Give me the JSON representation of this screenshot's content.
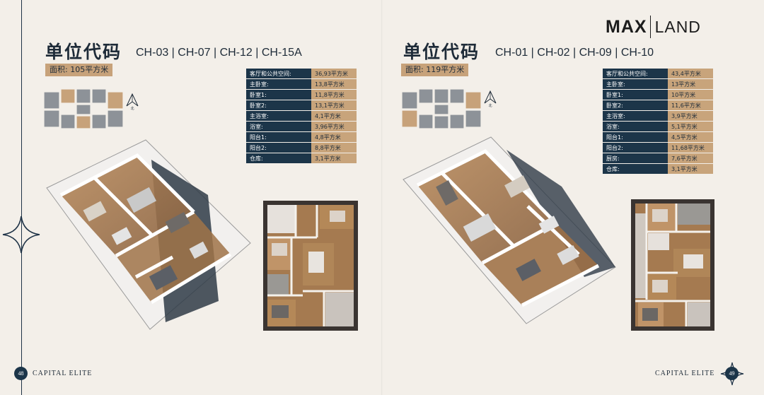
{
  "brand": {
    "logo_left": "MAX",
    "logo_right": "LAND"
  },
  "left": {
    "title": "单位代码",
    "codes": "CH-03 | CH-07 | CH-12 | CH-15A",
    "area": "面积: 105平方米",
    "specs": [
      {
        "k": "客厅和公共空间:",
        "v": "36,93平方米"
      },
      {
        "k": "主卧室:",
        "v": "13,8平方米"
      },
      {
        "k": "卧室1:",
        "v": "11,8平方米"
      },
      {
        "k": "卧室2:",
        "v": "13,1平方米"
      },
      {
        "k": "主浴室:",
        "v": "4,1平方米"
      },
      {
        "k": "浴室:",
        "v": "3,96平方米"
      },
      {
        "k": "阳台1:",
        "v": "4,8平方米"
      },
      {
        "k": "阳台2:",
        "v": "8,8平方米"
      },
      {
        "k": "仓库:",
        "v": "3,1平方米"
      }
    ],
    "compass_label": "北",
    "page_number": "48",
    "footer": "CAPITAL ELITE"
  },
  "right": {
    "title": "单位代码",
    "codes": "CH-01 | CH-02 | CH-09 | CH-10",
    "area": "面积: 119平方米",
    "specs": [
      {
        "k": "客厅和公共空间:",
        "v": "43,4平方米"
      },
      {
        "k": "主卧室:",
        "v": "13平方米"
      },
      {
        "k": "卧室1:",
        "v": "10平方米"
      },
      {
        "k": "卧室2:",
        "v": "11,6平方米"
      },
      {
        "k": "主浴室:",
        "v": "3,9平方米"
      },
      {
        "k": "浴室:",
        "v": "5,1平方米"
      },
      {
        "k": "阳台1:",
        "v": "4,5平方米"
      },
      {
        "k": "阳台2:",
        "v": "11,68平方米"
      },
      {
        "k": "厨房:",
        "v": "7,6平方米"
      },
      {
        "k": "仓库:",
        "v": "3,1平方米"
      }
    ],
    "compass_label": "北",
    "page_number": "49",
    "footer": "CAPITAL ELITE"
  }
}
